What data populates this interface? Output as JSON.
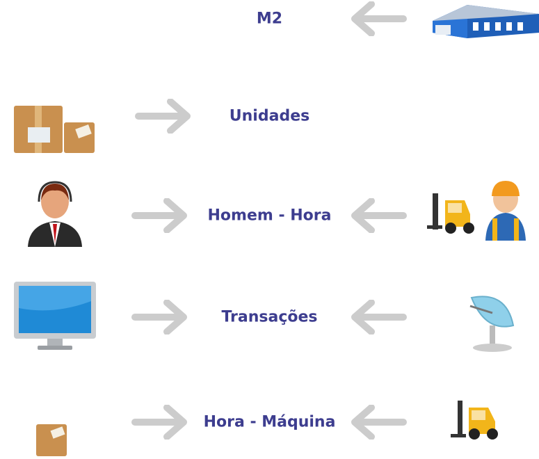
{
  "rows": [
    {
      "label": "M2",
      "left_icon": null,
      "right_icon": "warehouse-icon"
    },
    {
      "label": "Unidades",
      "left_icon": "boxes-icon",
      "right_icon": null
    },
    {
      "label": "Homem - Hora",
      "left_icon": "call-center-agent-icon",
      "right_icon": "forklift-worker-icon"
    },
    {
      "label": "Transações",
      "left_icon": "monitor-icon",
      "right_icon": "satellite-dish-icon"
    },
    {
      "label": "Hora - Máquina",
      "left_icon": "small-box-icon",
      "right_icon": "forklift-icon"
    }
  ],
  "colors": {
    "label": "#3d3d8f",
    "arrow": "#cccccc"
  }
}
